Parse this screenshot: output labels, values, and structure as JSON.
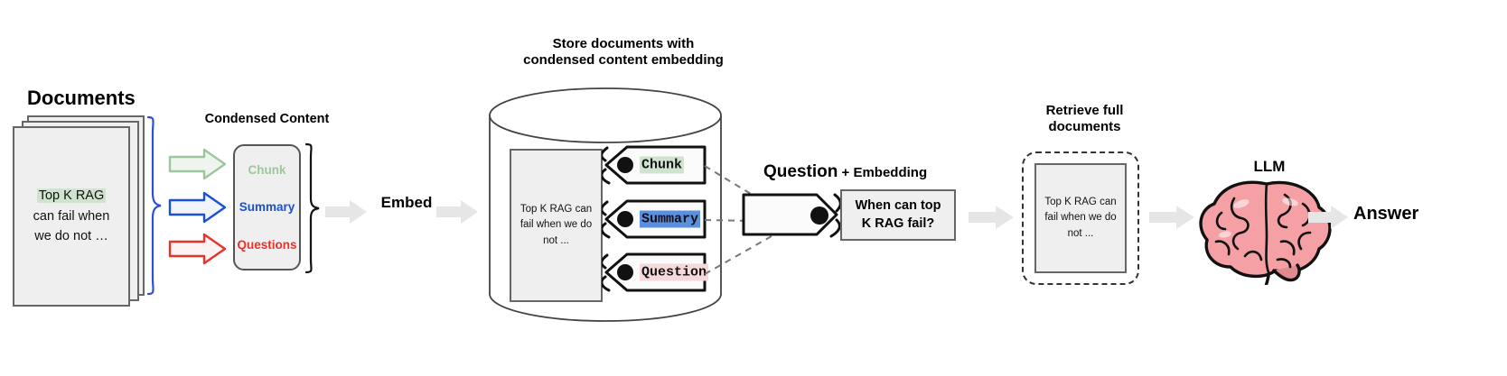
{
  "diagram": {
    "title": "RAG pipeline with condensed content embedding",
    "colors": {
      "arrow_gray": "#e6e6e6",
      "brace_blue": "#2b50d8",
      "chunk_green": "#9ec69e",
      "summary_blue": "#1a4fd8",
      "questions_red": "#e8312a",
      "highlight_green": "#cfe3cf",
      "highlight_blue": "#5b8fe0",
      "highlight_red": "#f6dadb",
      "doc_fill": "#efefef",
      "doc_stroke": "#666666",
      "brain_pink": "#f4a0a4"
    }
  },
  "documents": {
    "title": "Documents",
    "doc_text_line1": "Top K RAG",
    "doc_text_line2": "can fail when",
    "doc_text_line3": "we do not …",
    "sheet_count": 3
  },
  "condensed": {
    "title": "Condensed Content",
    "items": [
      {
        "label": "Chunk",
        "color": "#9ec69e"
      },
      {
        "label": "Summary",
        "color": "#1a4fd8"
      },
      {
        "label": "Questions",
        "color": "#e8312a"
      }
    ]
  },
  "embed": {
    "label": "Embed"
  },
  "store": {
    "title_line1": "Store documents with",
    "title_line2": "condensed content embedding",
    "inner_doc_line1": "Top K RAG can",
    "inner_doc_line2": "fail when we do",
    "inner_doc_line3": "not ...",
    "tags": [
      {
        "label": "Chunk",
        "highlight": "#cfe3cf"
      },
      {
        "label": "Summary",
        "highlight": "#5b8fe0"
      },
      {
        "label": "Question",
        "highlight": "#f6dadb"
      }
    ]
  },
  "question": {
    "title_strong": "Question",
    "title_rest": " + Embedding",
    "box_line1": "When can top",
    "box_line2": "K RAG fail?"
  },
  "retrieve": {
    "title_line1": "Retrieve full",
    "title_line2": "documents",
    "doc_line1": "Top K RAG can",
    "doc_line2": "fail when we do",
    "doc_line3": "not ..."
  },
  "llm": {
    "label": "LLM",
    "icon": "brain-icon"
  },
  "answer": {
    "label": "Answer"
  },
  "icons": {
    "arrow_right": "arrow-right-icon",
    "brace": "curly-brace-icon",
    "cylinder": "database-cylinder-icon",
    "tag": "tag-icon"
  }
}
